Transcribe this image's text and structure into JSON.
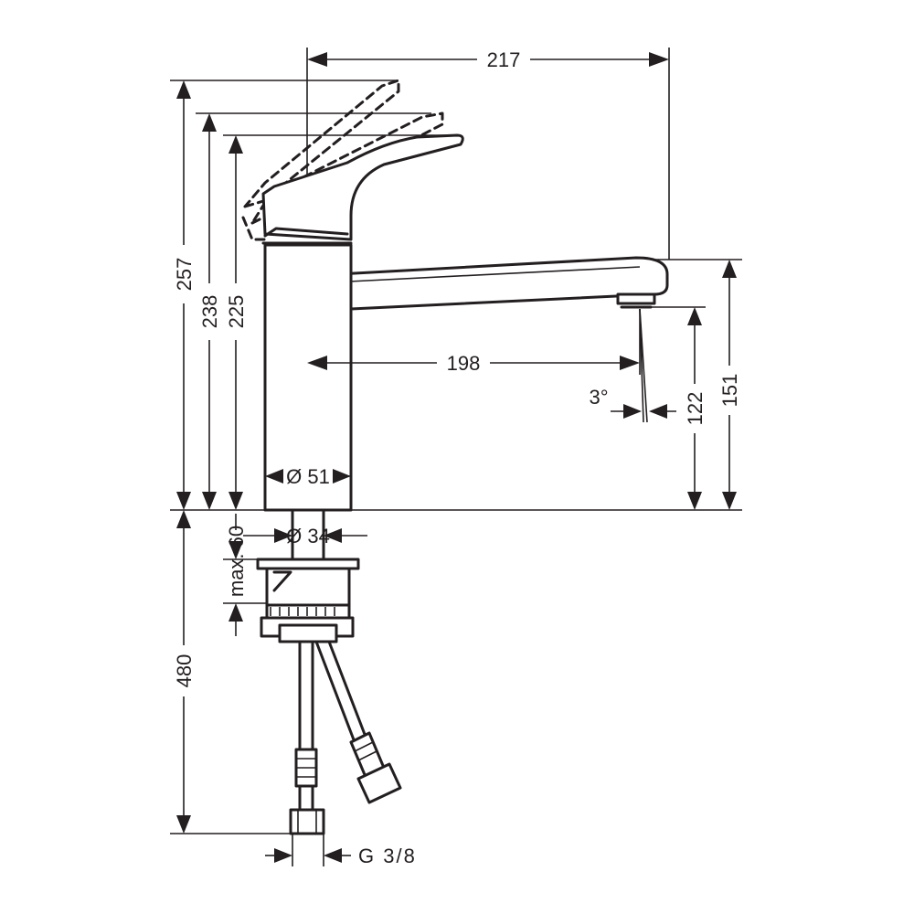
{
  "dimensions": {
    "spout_reach_total": "217",
    "total_height": "257",
    "handle_height_mid": "238",
    "handle_height_low": "225",
    "spout_reach": "198",
    "spout_height": "151",
    "aerator_height": "122",
    "spray_angle": "3°",
    "body_diameter": "Ø 51",
    "shank_diameter": "Ø 34",
    "max_deck_thickness": "max. 60",
    "hose_length": "480",
    "connection_thread": "G 3/8"
  }
}
